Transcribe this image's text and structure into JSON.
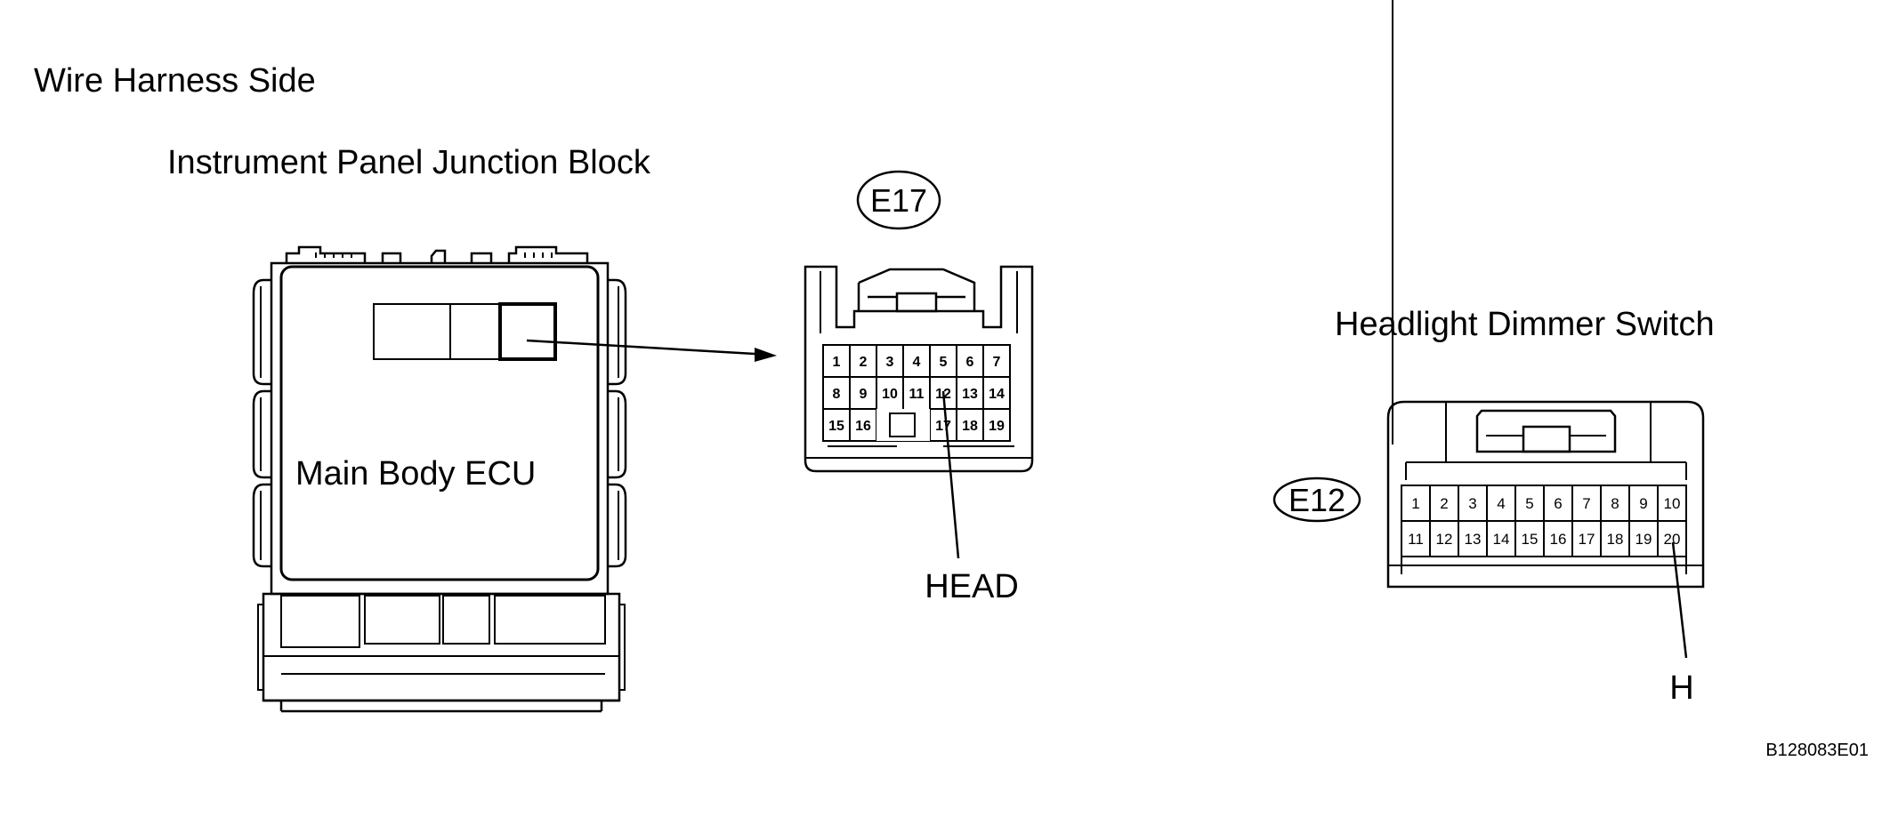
{
  "header": {
    "view_label": "Wire Harness Side"
  },
  "junction_block": {
    "title": "Instrument Panel Junction Block",
    "ecu_label": "Main Body ECU"
  },
  "connector_e17": {
    "code": "E17",
    "pins_row1": [
      "1",
      "2",
      "3",
      "4",
      "5",
      "6",
      "7"
    ],
    "pins_row2": [
      "8",
      "9",
      "10",
      "11",
      "12",
      "13",
      "14"
    ],
    "pins_row3_left": [
      "15",
      "16"
    ],
    "pins_row3_right": [
      "17",
      "18",
      "19"
    ],
    "callout": "HEAD"
  },
  "connector_e12": {
    "code": "E12",
    "title": "Headlight Dimmer Switch",
    "pins_row1": [
      "1",
      "2",
      "3",
      "4",
      "5",
      "6",
      "7",
      "8",
      "9",
      "10"
    ],
    "pins_row2": [
      "11",
      "12",
      "13",
      "14",
      "15",
      "16",
      "17",
      "18",
      "19",
      "20"
    ],
    "callout": "H"
  },
  "figure_code": "B128083E01"
}
